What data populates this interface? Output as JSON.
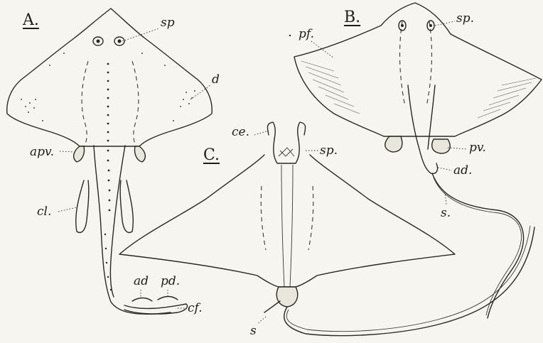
{
  "panels": {
    "a": "A.",
    "b": "B.",
    "c": "C."
  },
  "labels": {
    "a_sp": "sp",
    "a_d": "d",
    "a_apv": "apv.",
    "a_cl": "cl.",
    "a_ad": "ad",
    "a_pd": "pd.",
    "a_cf": "cf.",
    "b_pf": "pf.",
    "b_sp": "sp.",
    "b_pv": "pv.",
    "b_ad": "ad.",
    "b_s": "s.",
    "c_ce": "ce.",
    "c_sp": "sp.",
    "c_s": "s"
  },
  "colors": {
    "paper": "#f6f5f0",
    "ink": "#2a2825"
  }
}
